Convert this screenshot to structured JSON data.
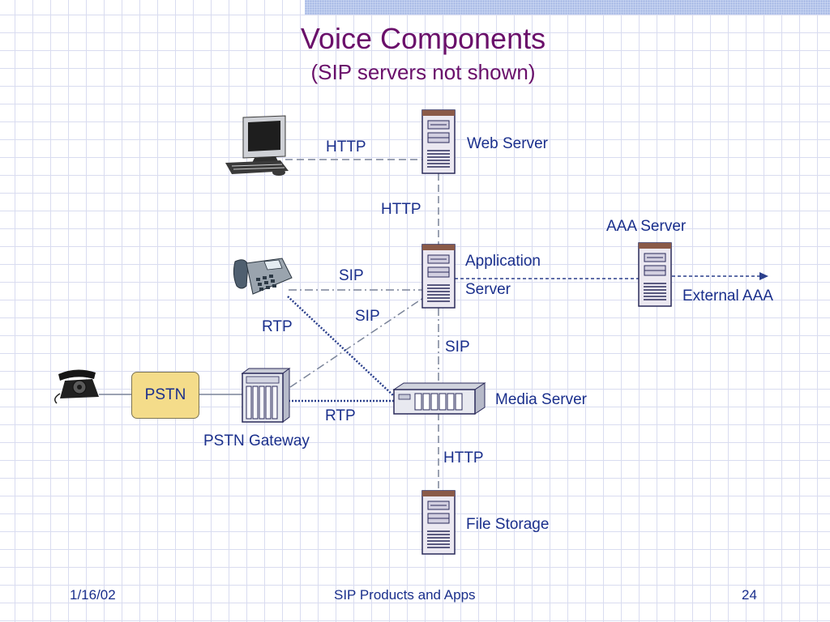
{
  "slide": {
    "title": "Voice Components",
    "subtitle": "(SIP servers not shown)"
  },
  "nodes": {
    "web_server": "Web Server",
    "application_server_line1": "Application",
    "application_server_line2": "Server",
    "aaa_server": "AAA Server",
    "external_aaa": "External AAA",
    "pstn": "PSTN",
    "pstn_gateway": "PSTN Gateway",
    "media_server": "Media Server",
    "file_storage": "File Storage"
  },
  "connections": {
    "pc_to_web": "HTTP",
    "web_to_app": "HTTP",
    "phone_to_app": "SIP",
    "gateway_to_app": "SIP",
    "phone_to_media": "RTP",
    "app_to_media": "SIP",
    "gateway_to_media": "RTP",
    "media_to_storage": "HTTP"
  },
  "footer": {
    "date": "1/16/02",
    "center": "SIP Products and Apps",
    "page": "24"
  },
  "colors": {
    "title": "#6a0f6a",
    "text": "#1a2f8c",
    "pstn_fill": "#f4dc8a",
    "server_body": "#ebe8f1",
    "server_top": "#8a5a48"
  },
  "icons": {
    "pc": "desktop-computer-icon",
    "ip_phone": "ip-phone-icon",
    "rotary_phone": "rotary-phone-icon",
    "server": "server-tower-icon",
    "gateway": "gateway-chassis-icon",
    "media_server": "rack-media-server-icon"
  }
}
